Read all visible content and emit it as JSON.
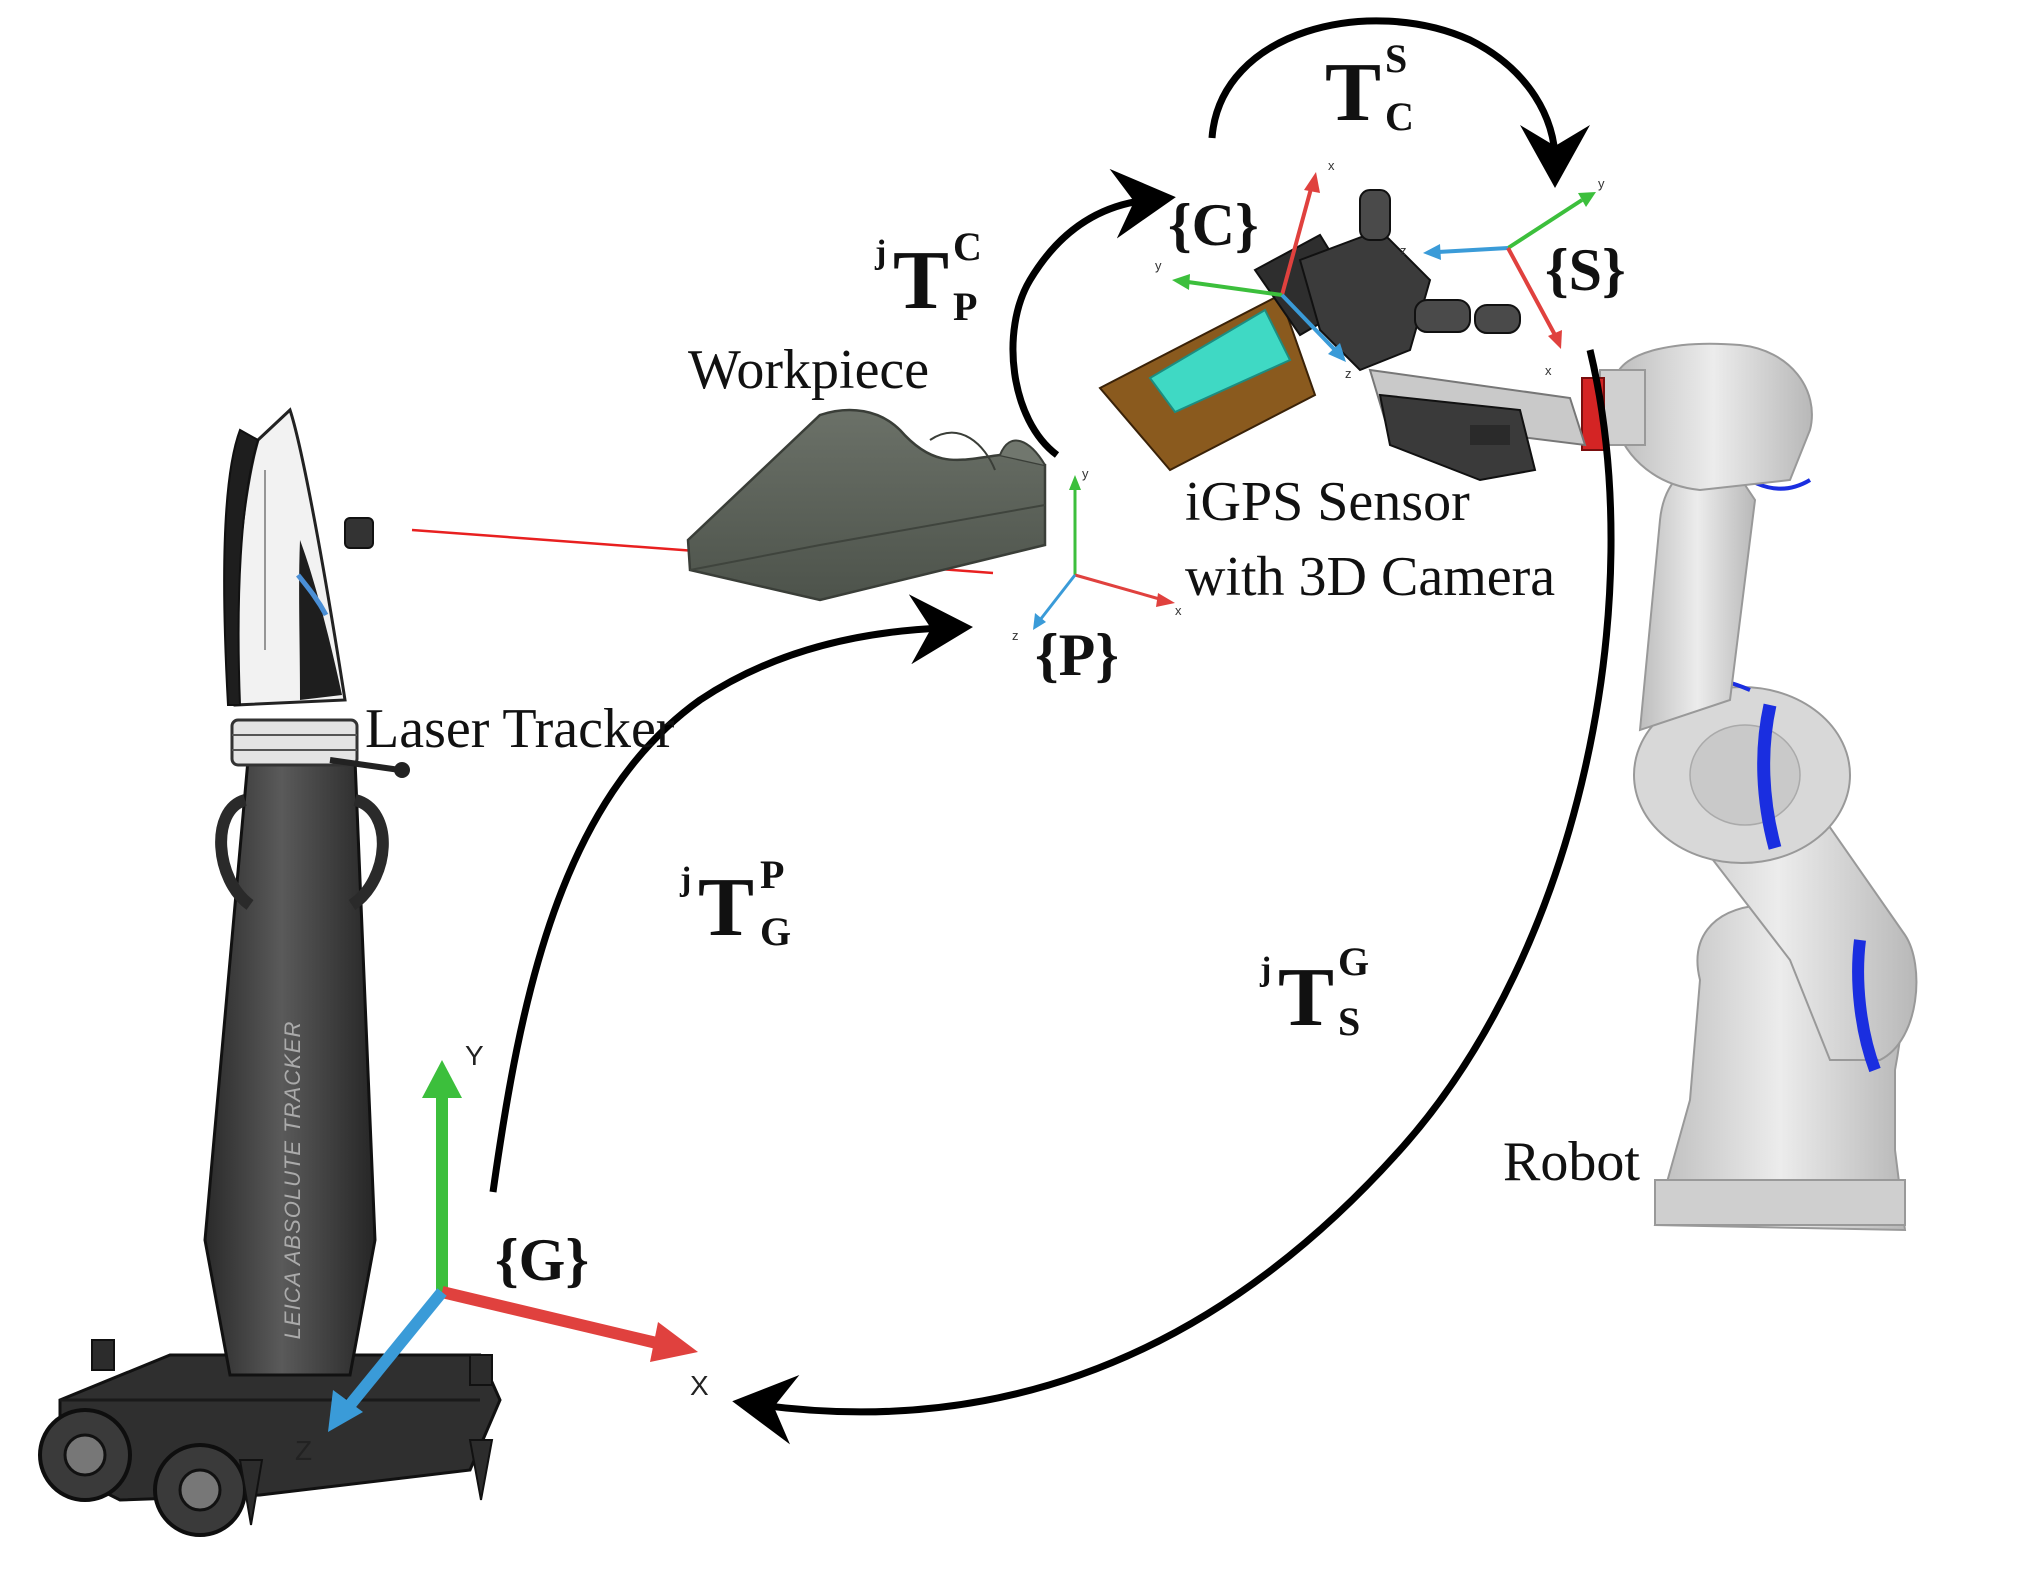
{
  "labels": {
    "workpiece": "Workpiece",
    "laser_tracker": "Laser Tracker",
    "sensor_line1": "iGPS Sensor",
    "sensor_line2": "with 3D Camera",
    "robot": "Robot"
  },
  "frames": {
    "C": "{C}",
    "S": "{S}",
    "P": "{P}",
    "G": "{G}"
  },
  "transforms": {
    "TCS": {
      "pre": "",
      "main": "T",
      "sup": "S",
      "sub": "C"
    },
    "TPC": {
      "pre": "j",
      "main": "T",
      "sup": "C",
      "sub": "P"
    },
    "TGP": {
      "pre": "j",
      "main": "T",
      "sup": "P",
      "sub": "G"
    },
    "TSG": {
      "pre": "j",
      "main": "T",
      "sup": "G",
      "sub": "S"
    }
  },
  "axes": {
    "G": {
      "x": "X",
      "y": "Y",
      "z": "Z"
    },
    "P": {
      "x": "x",
      "y": "y",
      "z": "z"
    },
    "C": {
      "x": "x",
      "y": "y",
      "z": "z"
    },
    "S": {
      "x": "x",
      "y": "y",
      "z": "z"
    }
  },
  "tracker_stamp": "LEICA ABSOLUTE TRACKER",
  "colors": {
    "x_axis": "#e0413e",
    "y_axis": "#3cbf3c",
    "z_axis": "#3a9bd8",
    "laser_beam": "#e82020",
    "workpiece": "#5b6159",
    "tracker_body": "#3c3c3c",
    "robot_body": "#d4d4d4",
    "robot_ring": "#1a2ee0",
    "horn_brown": "#8a5a1e",
    "horn_cyan": "#3fd9c4",
    "arrow": "#000000"
  }
}
